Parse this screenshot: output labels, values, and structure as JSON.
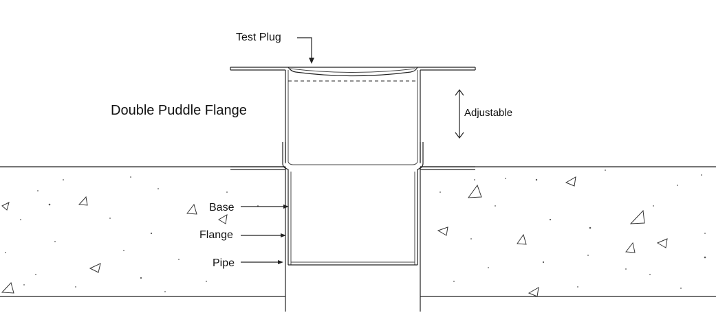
{
  "title": "Double Puddle Flange",
  "labels": {
    "test_plug": "Test Plug",
    "adjustable": "Adjustable",
    "base": "Base",
    "flange": "Flange",
    "pipe": "Pipe"
  },
  "colors": {
    "line": "#222222",
    "background": "#ffffff"
  }
}
